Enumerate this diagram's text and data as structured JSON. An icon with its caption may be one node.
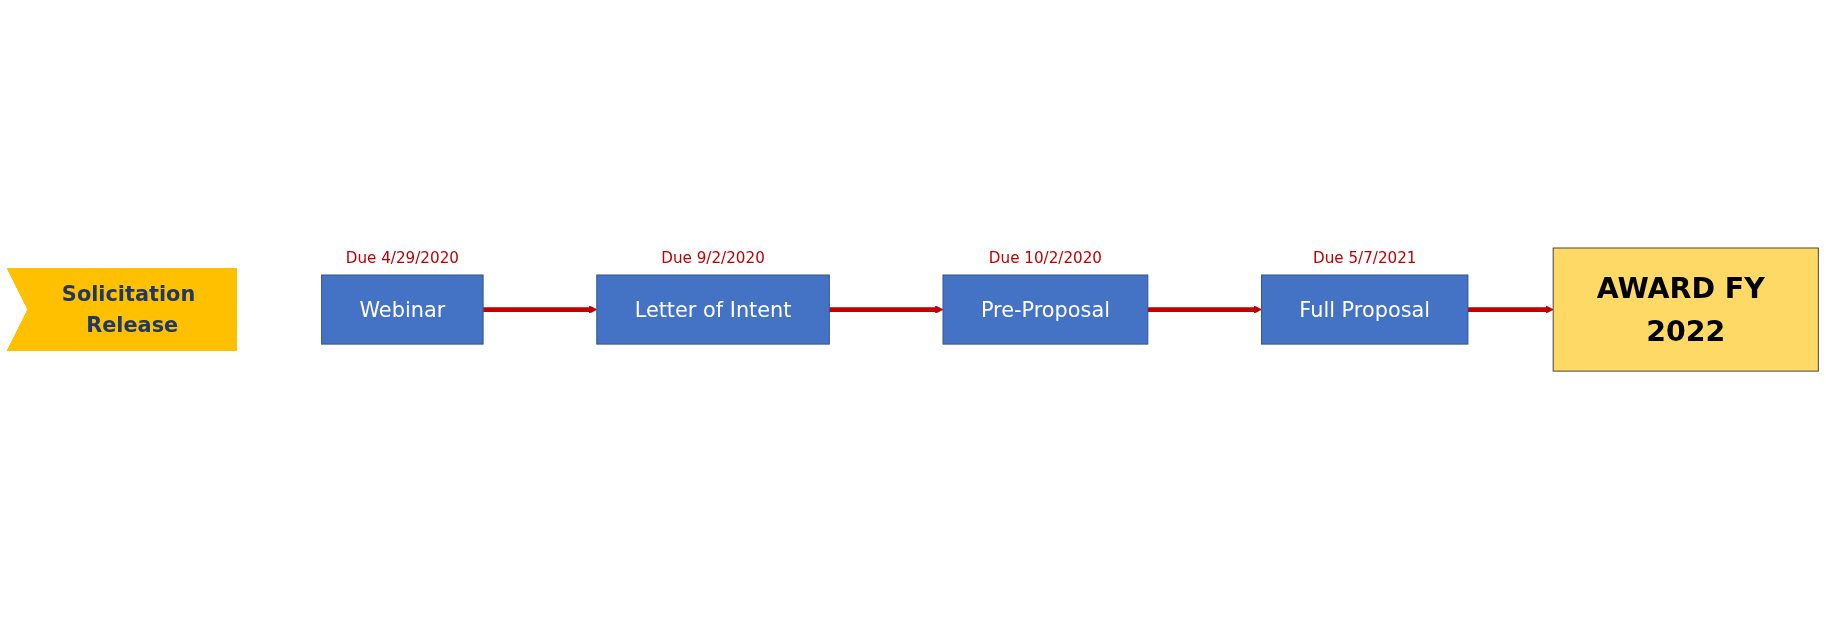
{
  "diagram": {
    "nodes": [
      {
        "text": [
          "Solicitation Release"
        ]
      },
      {
        "text": [
          "Webinar"
        ],
        "beside": [
          "Due 4/29/2020"
        ]
      },
      {
        "text": [
          "Letter of Intent"
        ],
        "beside": [
          "Due 9/2/2020"
        ]
      },
      {
        "text": [
          "Pre-Proposal"
        ],
        "beside": [
          "Due 10/2/2020"
        ]
      },
      {
        "text": [
          "Full Proposal"
        ],
        "beside": [
          "Due 5/7/2021"
        ]
      },
      {
        "text": [
          "AWARD FY 2022"
        ]
      }
    ],
    "edges": [
      {
        "from": 1,
        "to": 2,
        "arrow": "to"
      },
      {
        "from": 2,
        "to": 3,
        "arrow": "to"
      },
      {
        "from": 3,
        "to": 4,
        "arrow": "to"
      },
      {
        "from": 4,
        "to": 5,
        "arrow": "to"
      }
    ]
  }
}
